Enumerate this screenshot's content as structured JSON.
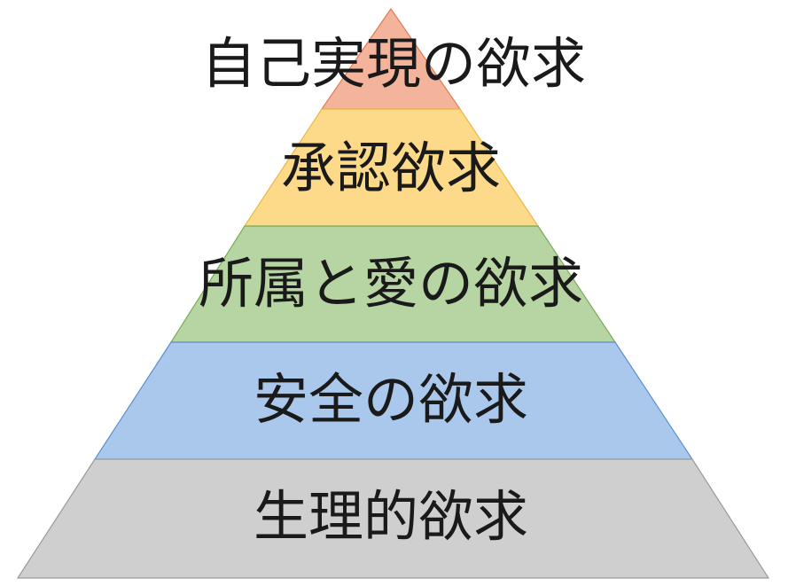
{
  "diagram": {
    "tiers": [
      {
        "label": "自己実現の欲求",
        "fill": "#f4b39b",
        "stroke": "#e07a55"
      },
      {
        "label": "承認欲求",
        "fill": "#fdd98a",
        "stroke": "#e9b840"
      },
      {
        "label": "所属と愛の欲求",
        "fill": "#b7d5a2",
        "stroke": "#78ab57"
      },
      {
        "label": "安全の欲求",
        "fill": "#a9c8ec",
        "stroke": "#5b8fd0"
      },
      {
        "label": "生理的欲求",
        "fill": "#cfcfcf",
        "stroke": "#9a9a9a"
      }
    ]
  }
}
